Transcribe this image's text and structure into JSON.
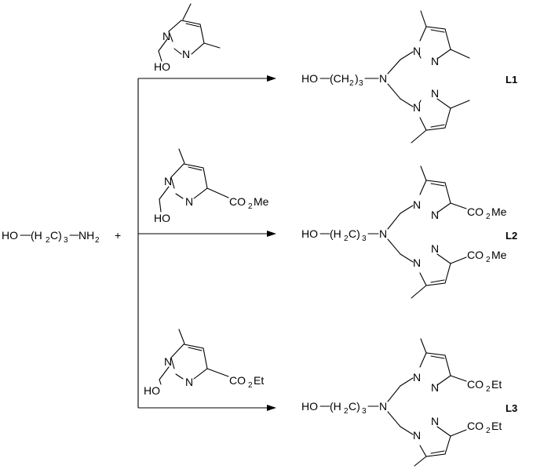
{
  "reactant": {
    "ho": "HO",
    "chain_left": "(H",
    "chain_h_sub": "2",
    "chain_c": "C)",
    "chain_sub": "3",
    "amine": "NH",
    "amine_sub": "2",
    "plus": "+"
  },
  "atoms": {
    "n": "N",
    "ho": "HO",
    "ho_dash": "HO",
    "co2me_a": "CO",
    "co2me_b": "Me",
    "co2et_a": "CO",
    "co2et_b": "Et",
    "sub2": "2"
  },
  "product_chain": {
    "l1_left": "HO",
    "l1_mid": "(CH",
    "l1_sub1": "2",
    "l1_close": ")",
    "l1_sub2": "3",
    "l23_left": "HO",
    "l23_mid": "(H",
    "l23_sub1": "2",
    "l23_c": "C)",
    "l23_sub2": "3"
  },
  "labels": {
    "l1": "L1",
    "l2": "L2",
    "l3": "L3"
  }
}
